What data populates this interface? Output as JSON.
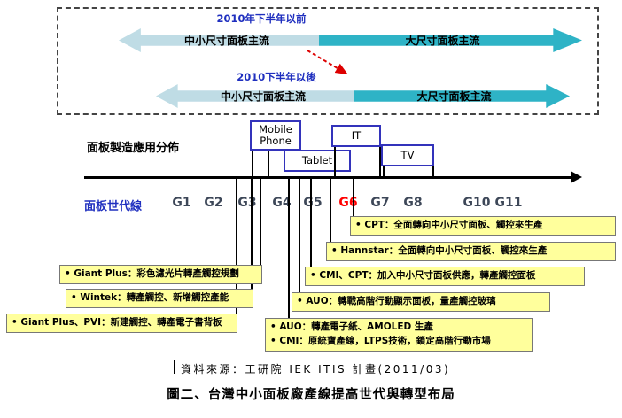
{
  "era_box": {
    "period_before": "2010年下半年以前",
    "period_after": "2010下半年以後",
    "row1_left": "中小尺寸面板主流",
    "row1_right": "大尺寸面板主流",
    "row2_left": "中小尺寸面板主流",
    "row2_right": "大尺寸面板主流"
  },
  "timeline": {
    "apps_label": "面板製造應用分佈",
    "apps": [
      {
        "label": "Mobile Phone"
      },
      {
        "label": "Tablet"
      },
      {
        "label": "IT"
      },
      {
        "label": "TV"
      }
    ],
    "generations_label": "面板世代線",
    "generations": [
      "G1",
      "G2",
      "G3",
      "G4",
      "G5",
      "G6",
      "G7",
      "G8",
      "G10",
      "G11"
    ]
  },
  "callouts": {
    "right": [
      "• CPT：全面轉向中小尺寸面板、觸控來生產",
      "• Hannstar：全面轉向中小尺寸面板、觸控來生產",
      "• CMI、CPT：加入中小尺寸面板供應，轉產觸控面板",
      "• AUO：轉戰高階行動顯示面板，量產觸控玻璃"
    ],
    "left": [
      "• Giant Plus：彩色濾光片轉產觸控規劃",
      "• Wintek：轉產觸控、新增觸控產能",
      "• Giant Plus、PVI：新建觸控、轉產電子書背板"
    ],
    "bottom": [
      "• AUO：轉產電子紙、AMOLED 生產",
      "• CMI：原統寶產線，LTPS技術，鎖定高階行動市場"
    ]
  },
  "footer": {
    "source": "資料來源：工研院 IEK ITIS 計畫(2011/03)",
    "caption": "圖二、台灣中小面板廠產線提高世代與轉型布局"
  },
  "colors": {
    "small_panel_arrow": "#BFDCE5",
    "large_panel_arrow": "#2EB3C6",
    "highlight_red": "#FF0000",
    "callout_bg": "#FFFF9C",
    "app_box_border": "#3333BB",
    "blue_label": "#1F2FBF"
  }
}
